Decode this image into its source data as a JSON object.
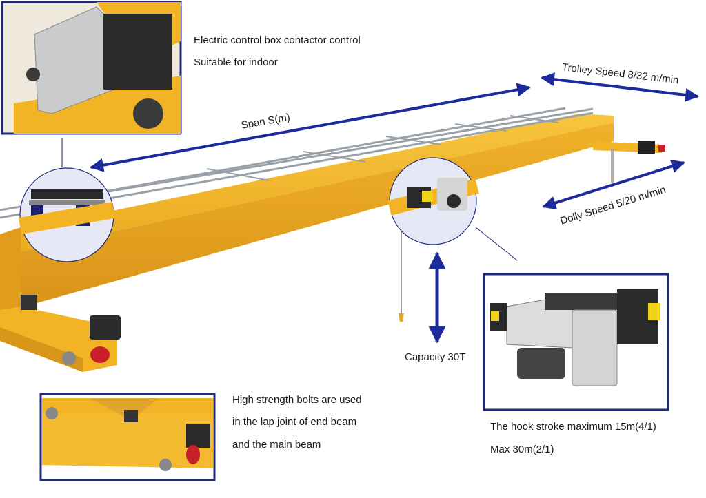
{
  "labels": {
    "control_box_line1": "Electric control box contactor control",
    "control_box_line2": "Suitable for indoor",
    "trolley_speed": "Trolley Speed 8/32 m/min",
    "span": "Span S(m)",
    "dolly_speed": "Dolly Speed 5/20 m/min",
    "capacity": "Capacity 30T",
    "bolts_line1": "High strength bolts are used",
    "bolts_line2": "in the lap joint of end beam",
    "bolts_line3": "and the main beam",
    "hook_line1": "The hook stroke maximum 15m(4/1)",
    "hook_line2": "Max 30m(2/1)"
  },
  "colors": {
    "beam_yellow": "#f2b325",
    "beam_shadow": "#d8961a",
    "arrow_blue": "#1c2a9c",
    "frame_navy": "#1f2a7a",
    "callout_fill": "#e6e9f5",
    "motor_red": "#c8202a",
    "hoist_grey": "#d4d4d4"
  },
  "icons": {
    "control_box_photo": "control-box-photo-icon",
    "hoist_photo": "hoist-photo-icon",
    "end_beam_photo": "end-beam-photo-icon"
  }
}
